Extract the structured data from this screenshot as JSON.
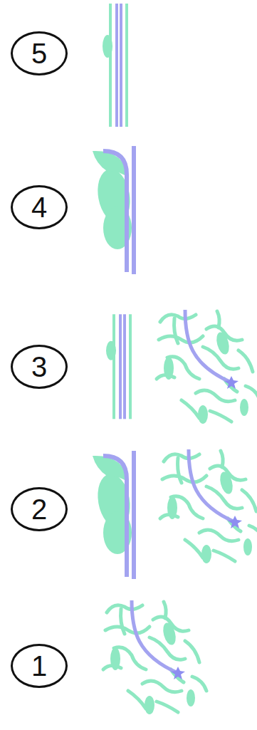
{
  "diagram": {
    "nodes": [
      {
        "text": [
          "5"
        ]
      },
      {
        "text": [
          "4"
        ]
      },
      {
        "text": [
          "3"
        ]
      },
      {
        "text": [
          "2"
        ]
      },
      {
        "text": [
          "1"
        ]
      }
    ]
  }
}
